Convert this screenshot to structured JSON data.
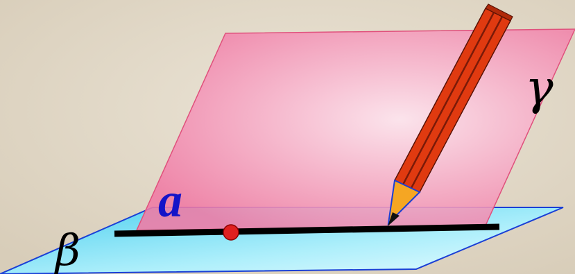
{
  "labels": {
    "plane_gamma": "γ",
    "plane_beta": "β",
    "line_a": "a"
  },
  "colors": {
    "background": "#ddd3c2",
    "plane_gamma_fill": "#f28cb0",
    "plane_gamma_edge": "#e0507c",
    "plane_beta_fill": "#7fdff2",
    "plane_beta_edge": "#1a3fd6",
    "line_a": "#000000",
    "point": "#e02020",
    "pencil_body": "#e03a10",
    "pencil_stripe": "#7a1a08",
    "pencil_wood": "#f5a623",
    "label_a": "#1414c8"
  }
}
